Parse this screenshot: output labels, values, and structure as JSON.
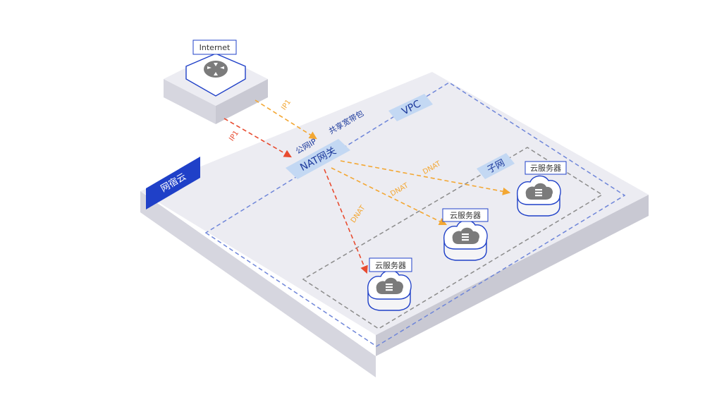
{
  "internet": {
    "label": "Internet",
    "icon": "router-icon"
  },
  "cloud": {
    "label": "网宿云"
  },
  "vpc": {
    "label": "VPC"
  },
  "subnet": {
    "label": "子网"
  },
  "nat": {
    "label": "NAT网关",
    "public_ip_label": "公网IP",
    "shared_bandwidth_label": "共享宽带包"
  },
  "links": {
    "ip1_red": "IP1",
    "ip1_orange": "IP1",
    "dnat_1": "DNAT",
    "dnat_2": "DNAT",
    "dnat_3": "DNAT"
  },
  "servers": [
    {
      "label": "云服务器",
      "icon": "server-cloud-icon"
    },
    {
      "label": "云服务器",
      "icon": "server-cloud-icon"
    },
    {
      "label": "云服务器",
      "icon": "server-cloud-icon"
    }
  ],
  "colors": {
    "platform_top": "#ececf2",
    "platform_left": "#d6d6df",
    "platform_right": "#c9c9d3",
    "vpc_border": "#6f86d9",
    "subnet_border": "#8c8c8c",
    "label_fill": "#c3d8f3",
    "label_text": "#1d3a9c",
    "cloud_badge": "#1f40c8",
    "arrow_red": "#e84b2f",
    "arrow_orange": "#f3a733",
    "icon_gray": "#7b7b7b"
  }
}
